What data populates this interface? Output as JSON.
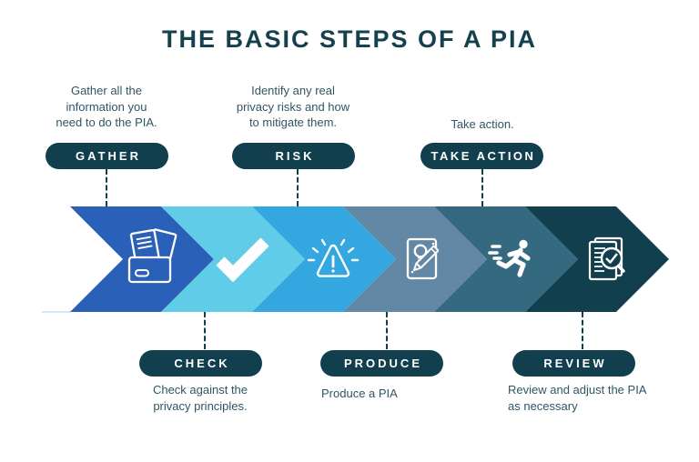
{
  "title": "THE BASIC STEPS OF A PIA",
  "theme": {
    "background": "#FFFFFF",
    "title_color": "#15414F",
    "pill_color": "#123F4E",
    "pill_text_color": "#FFFFFF",
    "description_color": "#2F5566",
    "connector_color": "#123F4E",
    "baseline_color": "#C9DDF1"
  },
  "steps": [
    {
      "label": "GATHER",
      "description": "Gather all the\ninformation you\nneed to do the PIA.",
      "icon": "folder-documents-icon",
      "color": "#2B60B8",
      "label_position": "top"
    },
    {
      "label": "CHECK",
      "description": "Check against the\nprivacy principles.",
      "icon": "checkmark-icon",
      "color": "#60CCE8",
      "label_position": "bottom"
    },
    {
      "label": "RISK",
      "description": "Identify any real\nprivacy risks and how\nto mitigate them.",
      "icon": "warning-triangle-icon",
      "color": "#34A7E0",
      "label_position": "top"
    },
    {
      "label": "PRODUCE",
      "description": "Produce a PIA",
      "icon": "idea-document-pencil-icon",
      "color": "#6288A6",
      "label_position": "bottom"
    },
    {
      "label": "TAKE ACTION",
      "description": "Take action.",
      "icon": "running-person-icon",
      "color": "#35697F",
      "label_position": "top"
    },
    {
      "label": "REVIEW",
      "description": "Review and adjust the PIA\nas necessary",
      "icon": "document-search-check-icon",
      "color": "#123F4D",
      "label_position": "bottom"
    }
  ]
}
